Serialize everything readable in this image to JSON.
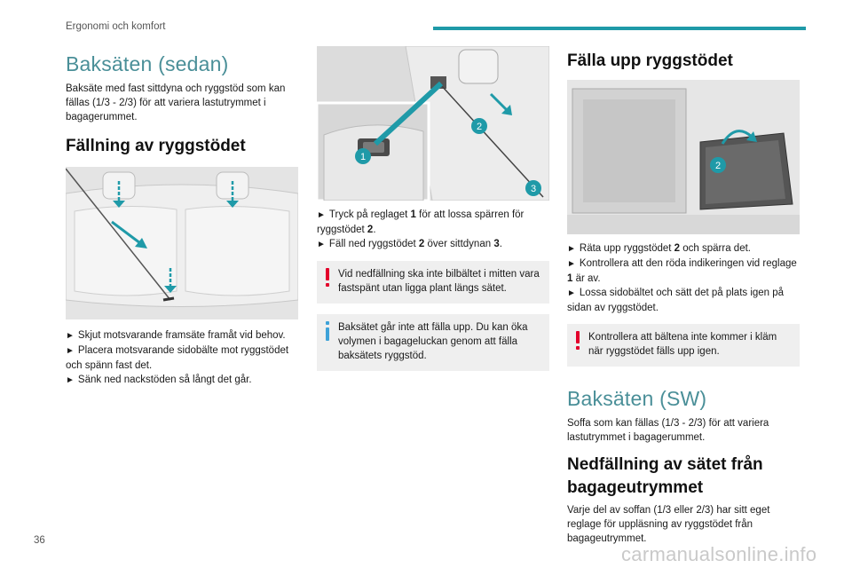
{
  "header": {
    "section_title": "Ergonomi och komfort",
    "accent_color": "#1f9aa8"
  },
  "page_number": "36",
  "watermark": "carmanualsonline.info",
  "col1": {
    "title": "Baksäten (sedan)",
    "intro": "Baksäte med fast sittdyna och ryggstöd som kan fällas (1/3 - 2/3) för att variera lastutrymmet i bagagerummet.",
    "subtitle": "Fällning av ryggstödet",
    "steps": [
      "Skjut motsvarande framsäte framåt vid behov.",
      "Placera motsvarande sidobälte mot ryggstödet och spänn fast det.",
      "Sänk ned nackstöden så långt det går."
    ]
  },
  "col2": {
    "callouts": [
      "1",
      "2",
      "3"
    ],
    "step1_pre": "Tryck på reglaget ",
    "step1_num": "1",
    "step1_mid": " för att lossa spärren för ryggstödet ",
    "step1_num2": "2",
    "step1_post": ".",
    "step2_pre": "Fäll ned ryggstödet ",
    "step2_num": "2",
    "step2_mid": " över sittdynan ",
    "step2_num2": "3",
    "step2_post": ".",
    "warning": "Vid nedfällning ska inte bilbältet i mitten vara fastspänt utan ligga plant längs sätet.",
    "info": "Baksätet går inte att fälla upp. Du kan öka volymen i bagageluckan genom att fälla baksätets ryggstöd."
  },
  "col3": {
    "subtitle": "Fälla upp ryggstödet",
    "callout": "2",
    "step1_pre": "Räta upp ryggstödet ",
    "step1_num": "2",
    "step1_post": " och spärra det.",
    "step2_pre": "Kontrollera att den röda indikeringen vid reglage ",
    "step2_num": "1",
    "step2_post": " är av.",
    "step3": "Lossa sidobältet och sätt det på plats igen på sidan av ryggstödet.",
    "warning": "Kontrollera att bältena inte kommer i kläm när ryggstödet fälls upp igen.",
    "title2": "Baksäten (SW)",
    "intro2": "Soffa som kan fällas (1/3 - 2/3) för att variera lastutrymmet i bagagerummet.",
    "subtitle2": "Nedfällning av sätet från bagageutrymmet",
    "body2": "Varje del av soffan (1/3 eller 2/3) har sitt eget reglage för uppläsning av ryggstödet från bagageutrymmet."
  },
  "step_marker": "►"
}
